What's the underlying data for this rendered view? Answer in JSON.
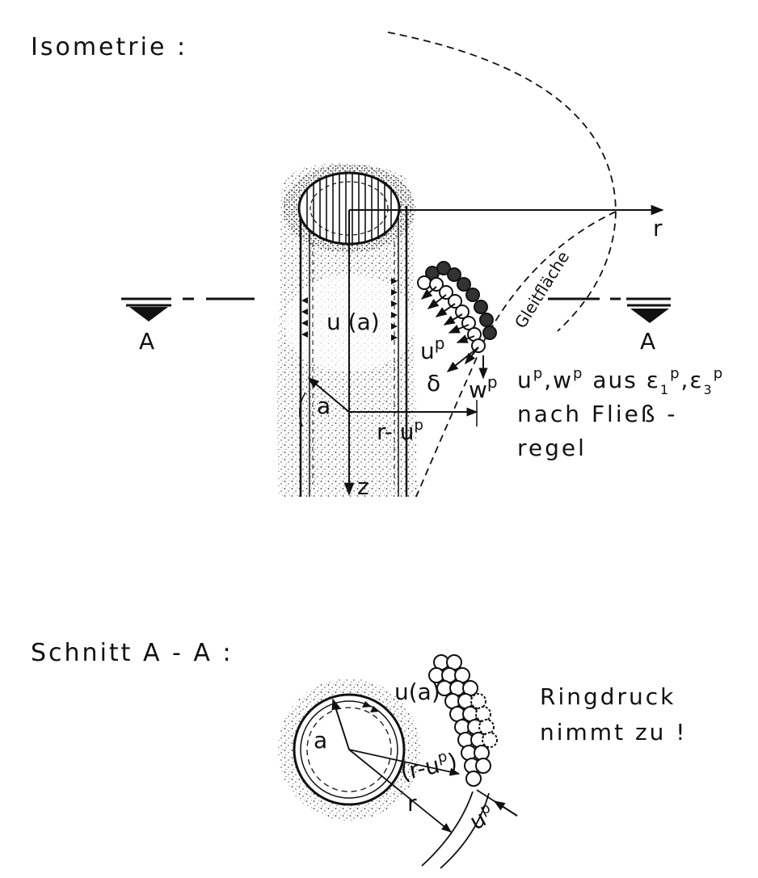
{
  "headings": {
    "isometry": "Isometrie :",
    "section": "Schnitt A - A :"
  },
  "isometry": {
    "axis_r": "r",
    "axis_z": "z",
    "section_mark_left": "A",
    "section_mark_right": "A",
    "slip_surface": "Gleitfläche",
    "displacement_ua": "u (a)",
    "up": "u",
    "up_sup": "p",
    "wp": "w",
    "wp_sup": "p",
    "delta": "δ",
    "radius_a": "a",
    "r_minus_up": "r- u",
    "r_minus_up_sup": "p",
    "note_line1_pre": "u",
    "note_line1_sup1": "p",
    "note_line1_mid": ",w",
    "note_line1_sup2": "p",
    "note_line1_text": " aus ε",
    "note_line1_sub1": "1",
    "note_line1_sup3": "p",
    "note_line1_sep": ",ε",
    "note_line1_sub2": "3",
    "note_line1_sup4": "p",
    "note_line2": "nach Fließ -",
    "note_line3": "regel"
  },
  "section": {
    "radius_a": "a",
    "ua": "u(a)",
    "r": "r",
    "r_minus_up": "(r-u",
    "r_minus_up_sup": "p",
    "r_minus_up_close": ")",
    "up": "u",
    "up_sup": "p",
    "note_line1": "Ringdruck",
    "note_line2": "nimmt zu !"
  }
}
